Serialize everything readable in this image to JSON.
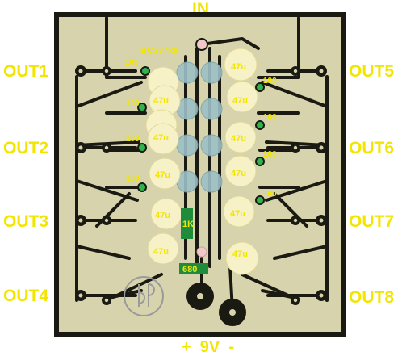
{
  "labels": {
    "input": "IN",
    "outputs_left": [
      "OUT1",
      "OUT2",
      "OUT3",
      "OUT4"
    ],
    "outputs_right": [
      "OUT5",
      "OUT6",
      "OUT7",
      "OUT8"
    ],
    "power": "+  9V  -"
  },
  "components": {
    "transistor_label": "BC337x8",
    "cap_label": "47u",
    "resistor_label": "100",
    "r_1k": "1K",
    "r_680": "680"
  },
  "colors": {
    "board": "#d6d3ad",
    "trace": "#1a1a12",
    "silk_text": "#f2e600",
    "cap_fill": "#f7f1c7",
    "transistor_fill": "#9cc0c6",
    "resistor_green": "#1f8c3b",
    "pad_green": "#2fb34c"
  }
}
